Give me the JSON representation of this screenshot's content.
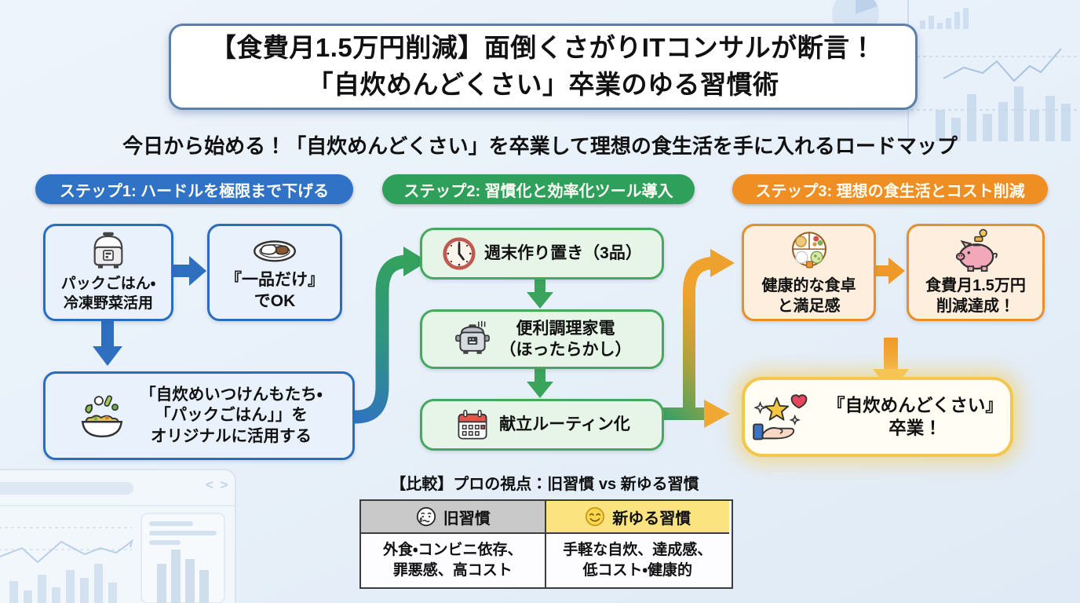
{
  "title": {
    "line1": "【食費月1.5万円削減】面倒くさがりITコンサルが断言！",
    "line2": "「自炊めんどくさい」卒業のゆる習慣術"
  },
  "subtitle": "今日から始める！「自炊めんどくさい」を卒業して理想の食生活を手に入れるロードマップ",
  "steps": [
    {
      "header": "ステップ1: ハードルを極限まで下げる",
      "color": "#2f72c6",
      "boxes": [
        {
          "icon": "rice-cooker-icon",
          "label": "パックごはん・\n冷凍野菜活用"
        },
        {
          "icon": "curry-plate-icon",
          "label": "『一品だけ』\nでOK"
        },
        {
          "icon": "salad-bowl-icon",
          "label": "「自炊めいつけんもたち・\n「パックごはん」」を\nオリジナルに活用する"
        }
      ]
    },
    {
      "header": "ステップ2: 習慣化と効率化ツール導入",
      "color": "#2fa05c",
      "boxes": [
        {
          "icon": "clock-icon",
          "label": "週末作り置き（3品）"
        },
        {
          "icon": "multicooker-icon",
          "label": "便利調理家電\n（ほったらかし）"
        },
        {
          "icon": "calendar-icon",
          "label": "献立ルーティン化"
        }
      ]
    },
    {
      "header": "ステップ3: 理想の食生活とコスト削減",
      "color": "#ef8e23",
      "boxes": [
        {
          "icon": "healthy-plate-icon",
          "label": "健康的な食卓\nと満足感"
        },
        {
          "icon": "piggy-bank-icon",
          "label": "食費月1.5万円\n削減達成！"
        }
      ]
    }
  ],
  "goal": {
    "icon": "hand-star-heart-icon",
    "label": "『自炊めんどくさい』\n卒業！"
  },
  "comparison": {
    "title": "【比較】プロの視点：旧習慣 vs 新ゆる習慣",
    "columns": [
      {
        "icon": "crying-face-icon",
        "header": "旧習慣",
        "header_bg": "#c9c9c9",
        "body": "外食・コンビニ依存、\n罪悪感、高コスト"
      },
      {
        "icon": "smiley-face-icon",
        "header": "新ゆる習慣",
        "header_bg": "#fbe380",
        "body": "手軽な自炊、達成感、\n低コスト・健康的"
      }
    ]
  },
  "decorations": {
    "code_glyph": "< >"
  },
  "colors": {
    "page_bg": "#e9f1f9",
    "step1_blue": "#2f72c6",
    "step2_green": "#2fa05c",
    "step3_orange": "#ef8e23",
    "box_blue_bg": "#e9f2fc",
    "box_green_bg": "#e6f5e8",
    "box_orange_bg": "#fdeedd",
    "goal_border": "#f3c64e",
    "arrow_blue": "#2e6fc0",
    "arrow_green": "#3aa45c",
    "arrow_orange": "#efa22c",
    "table_old_bg": "#c9c9c9",
    "table_new_bg": "#fbe380",
    "decor_blue": "#c9daee"
  }
}
